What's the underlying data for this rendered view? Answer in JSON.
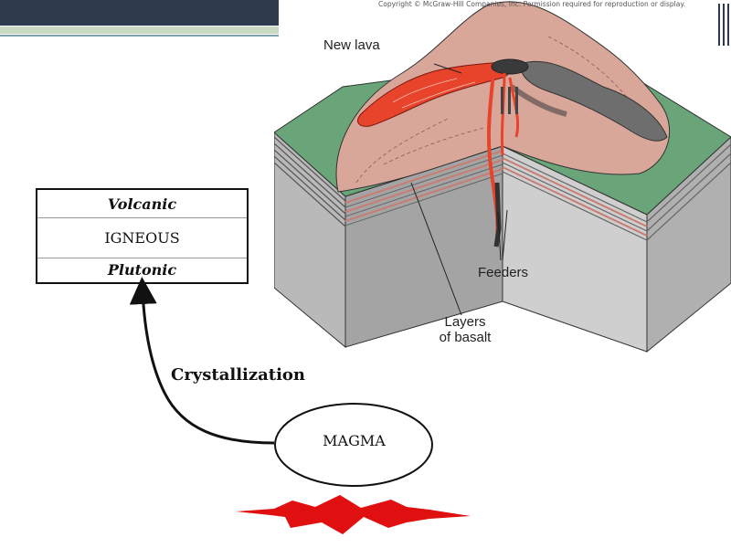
{
  "figure": {
    "copyright": "Copyright © McGraw-Hill Companies, Inc. Permission required for reproduction or display.",
    "new_lava": "New lava",
    "feeders": "Feeders",
    "layers_line1": "Layers",
    "layers_line2": "of basalt"
  },
  "rock_types": {
    "volcanic": "Volcanic",
    "igneous": "IGNEOUS",
    "plutonic": "Plutonic"
  },
  "process": {
    "crystallization": "Crystallization",
    "magma": "MAGMA"
  },
  "colors": {
    "header_dark": "#2d3a4c",
    "lava_red": "#e8432b",
    "burst_red": "#e01010",
    "rock_pink": "#d9a69a",
    "grass_green": "#6aa57a"
  }
}
